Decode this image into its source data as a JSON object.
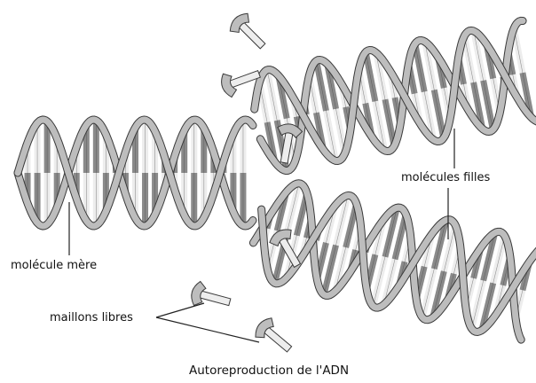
{
  "labels": {
    "parent": "molécule mère",
    "daughters": "molécules filles",
    "free_links": "maillons libres",
    "caption": "Autoreproduction de l'ADN"
  },
  "colors": {
    "backbone": "#bdbdbd",
    "base_dark": "#8a8a8a",
    "base_light": "#ededed",
    "outline": "#3a3a3a"
  }
}
